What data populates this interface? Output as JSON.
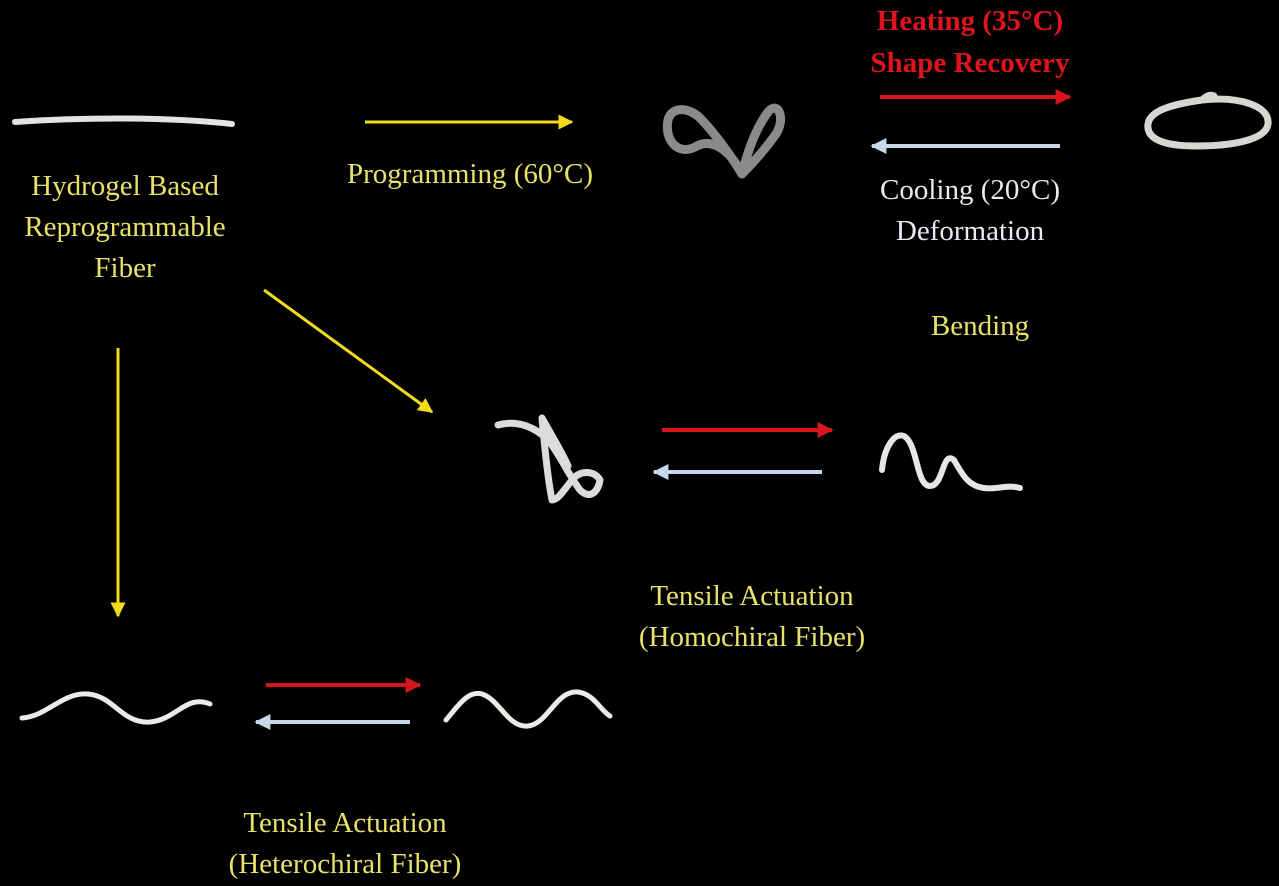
{
  "labels": {
    "fiber_line1": "Hydrogel Based",
    "fiber_line2": "Reprogrammable",
    "fiber_line3": "Fiber",
    "programming": "Programming (60°C)",
    "heating_line1": "Heating (35°C)",
    "heating_line2": "Shape Recovery",
    "cooling_line1": "Cooling (20°C)",
    "cooling_line2": "Deformation",
    "bending": "Bending",
    "homochiral_line1": "Tensile Actuation",
    "homochiral_line2": "(Homochiral Fiber)",
    "heterochiral_line1": "Tensile Actuation",
    "heterochiral_line2": "(Heterochiral Fiber)"
  },
  "colors": {
    "background": "#000000",
    "label_yellow": "#e9e26a",
    "arrow_yellow": "#f2dc1a",
    "heating_red": "#d8141c",
    "cooling_blue": "#c9d7ec",
    "fiber_white": "#e4e4e2",
    "fiber_programmed_gray": "#8a8a88"
  }
}
